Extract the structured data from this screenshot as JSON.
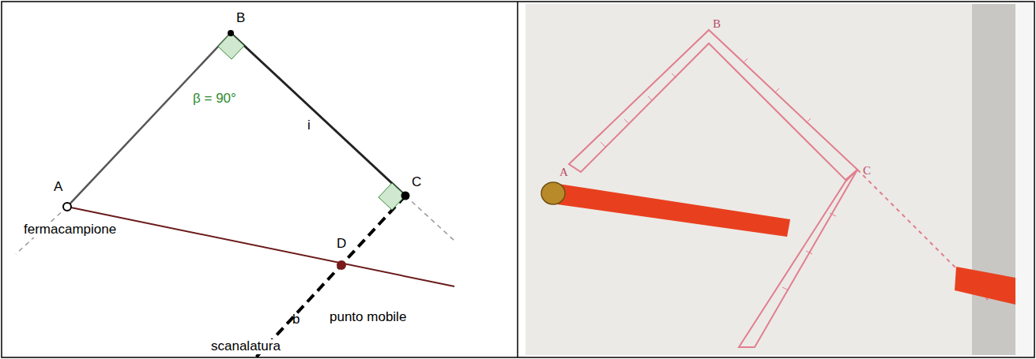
{
  "diagram": {
    "labels": [
      "B",
      "β = 90°",
      "i",
      "A",
      "C",
      "fermacampione",
      "D",
      "b",
      "punto mobile",
      "scanalatura",
      "A",
      "B",
      "C"
    ]
  }
}
